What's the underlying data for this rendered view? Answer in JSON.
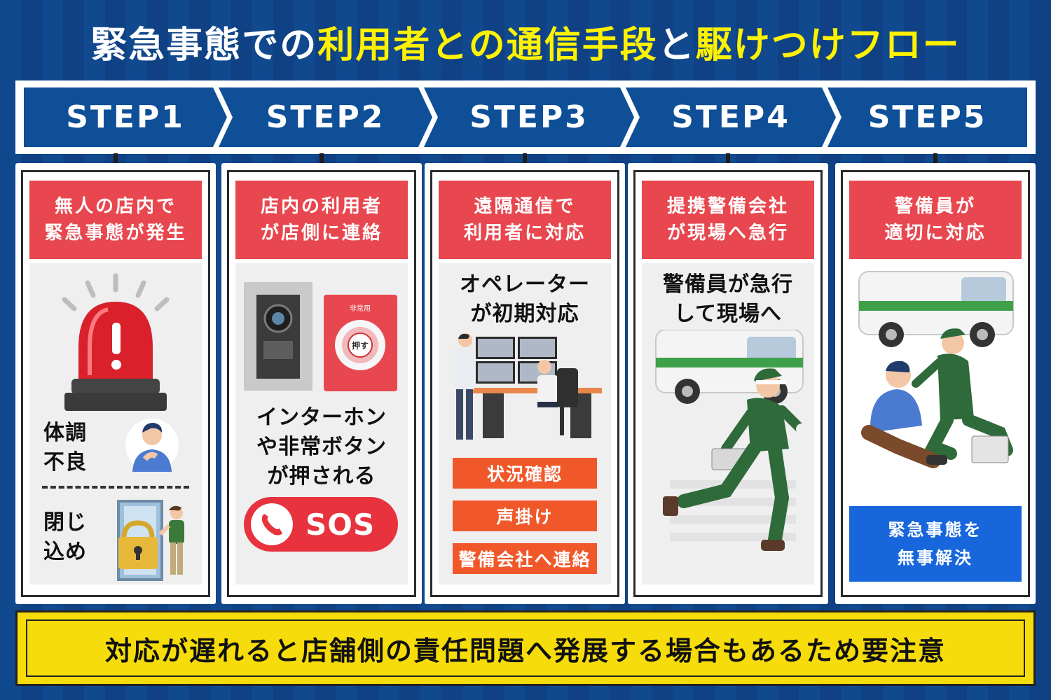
{
  "title": {
    "part1": "緊急事態での",
    "part2": "利用者との通信手段",
    "part3": "と",
    "part4": "駆けつけフロー"
  },
  "steps": [
    "STEP1",
    "STEP2",
    "STEP3",
    "STEP4",
    "STEP5"
  ],
  "cards": [
    {
      "head_line1": "無人の店内で",
      "head_line2": "緊急事態が発生",
      "case1_line1": "体調",
      "case1_line2": "不良",
      "case2_line1": "閉じ",
      "case2_line2": "込め"
    },
    {
      "head_line1": "店内の利用者",
      "head_line2": "が店側に連絡",
      "button_label": "押す",
      "button_top": "非常用",
      "text_line1": "インターホン",
      "text_line2": "や非常ボタン",
      "text_line3": "が押される",
      "sos": "SOS"
    },
    {
      "head_line1": "遠隔通信で",
      "head_line2": "利用者に対応",
      "text_line1": "オペレーター",
      "text_line2": "が初期対応",
      "actions": [
        "状況確認",
        "声掛け",
        "警備会社へ連絡"
      ]
    },
    {
      "head_line1": "提携警備会社",
      "head_line2": "が現場へ急行",
      "text_line1": "警備員が急行",
      "text_line2": "して現場へ"
    },
    {
      "head_line1": "警備員が",
      "head_line2": "適切に対応",
      "result_line1": "緊急事態を",
      "result_line2": "無事解決"
    }
  ],
  "notice": "対応が遅れると店舗側の責任問題へ発展する場合もあるため要注意",
  "colors": {
    "background": "#11498f",
    "step_blue": "#0e4f97",
    "head_red": "#e8474f",
    "action_orange": "#f0582a",
    "result_blue": "#1766dc",
    "notice_yellow": "#f6dc0a",
    "title_highlight": "#fff200"
  }
}
